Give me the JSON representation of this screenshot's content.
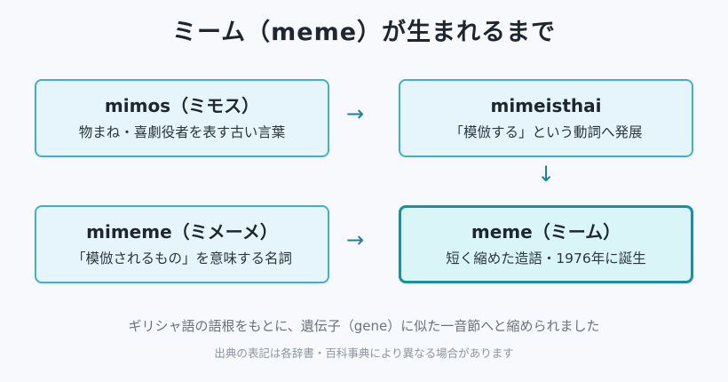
{
  "title": "ミーム（meme）が生まれるまで",
  "steps": [
    {
      "term": "mimos（ミモス）",
      "desc": "物まね・喜劇役者を表す古い言葉"
    },
    {
      "term": "mimeisthai",
      "desc": "「模倣する」という動詞へ発展"
    },
    {
      "term": "mimeme（ミメーメ）",
      "desc": "「模倣されるもの」を意味する名詞"
    },
    {
      "term": "meme（ミーム）",
      "desc": "短く縮めた造語・1976年に誕生"
    }
  ],
  "arrows": {
    "right": "→",
    "down": "↓"
  },
  "notes": {
    "main": "ギリシャ語の語根をもとに、遺伝子（gene）に似た一音節へと縮められました",
    "source": "出典の表記は各辞書・百科事典により異なる場合があります"
  },
  "colors": {
    "box_border": "#3fb1cb",
    "box_fill": "#e6f4fb",
    "final_border": "#18909f",
    "final_fill": "#d9f5f8",
    "arrow": "#1f7f95"
  }
}
